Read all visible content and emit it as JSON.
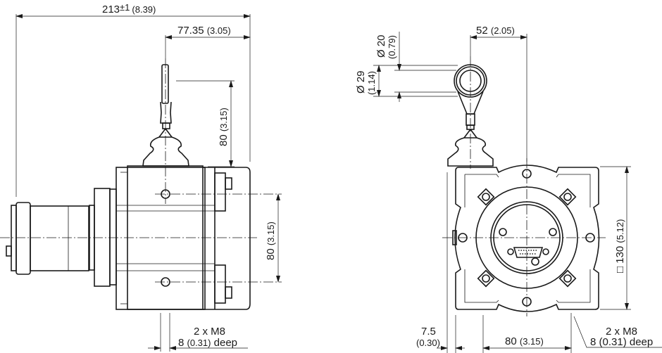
{
  "side_view": {
    "overall_length": {
      "value": "213",
      "tolerance": "±1",
      "inch": "(8.39)"
    },
    "cable_offset": {
      "value": "77.35",
      "inch": "(3.05)"
    },
    "cable_height": {
      "value": "80",
      "inch": "(3.15)"
    },
    "hole_spacing": {
      "value": "80",
      "inch": "(3.15)"
    },
    "thread": {
      "line1": "2 x M8",
      "depth": "8",
      "depth_inch": "(0.31)",
      "depth_suffix": "deep"
    }
  },
  "front_view": {
    "cable_offset": {
      "value": "52",
      "inch": "(2.05)"
    },
    "eye_inner": {
      "value": "Ø 20",
      "inch": "(0.79)"
    },
    "eye_outer": {
      "value": "Ø 29",
      "inch": "(1.14)"
    },
    "square_size": {
      "value": "□ 130",
      "inch": "(5.12)"
    },
    "edge_offset": {
      "value": "7.5",
      "inch": "(0.30)"
    },
    "hole_spacing": {
      "value": "80",
      "inch": "(3.15)"
    },
    "thread": {
      "line1": "2 x M8",
      "line2": "8 (0.31) deep"
    }
  }
}
